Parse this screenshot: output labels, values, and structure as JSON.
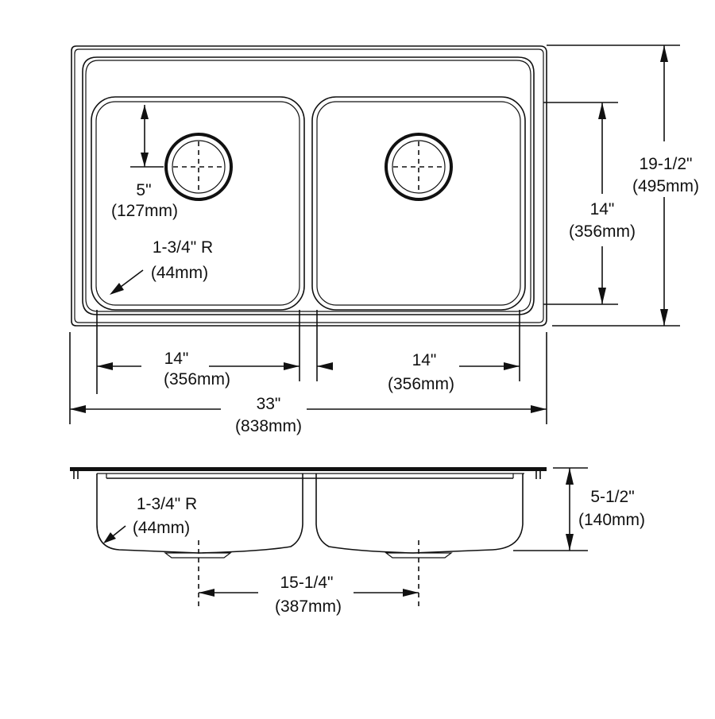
{
  "drawing": {
    "subject": "Double bowl top-mount kitchen sink dimension drawing",
    "line_color": "#111111",
    "background": "#ffffff"
  },
  "top_view": {
    "drain_offset": {
      "imperial": "5\"",
      "metric": "(127mm)"
    },
    "corner_radius": {
      "imperial": "1-3/4\" R",
      "metric": "(44mm)"
    },
    "bowl_length": {
      "imperial": "14\"",
      "metric": "(356mm)"
    },
    "overall_length": {
      "imperial": "19-1/2\"",
      "metric": "(495mm)"
    },
    "left_bowl_width": {
      "imperial": "14\"",
      "metric": "(356mm)"
    },
    "right_bowl_width": {
      "imperial": "14\"",
      "metric": "(356mm)"
    },
    "overall_width": {
      "imperial": "33\"",
      "metric": "(838mm)"
    }
  },
  "side_view": {
    "corner_radius": {
      "imperial": "1-3/4\" R",
      "metric": "(44mm)"
    },
    "depth": {
      "imperial": "5-1/2\"",
      "metric": "(140mm)"
    },
    "drain_spacing": {
      "imperial": "15-1/4\"",
      "metric": "(387mm)"
    }
  }
}
